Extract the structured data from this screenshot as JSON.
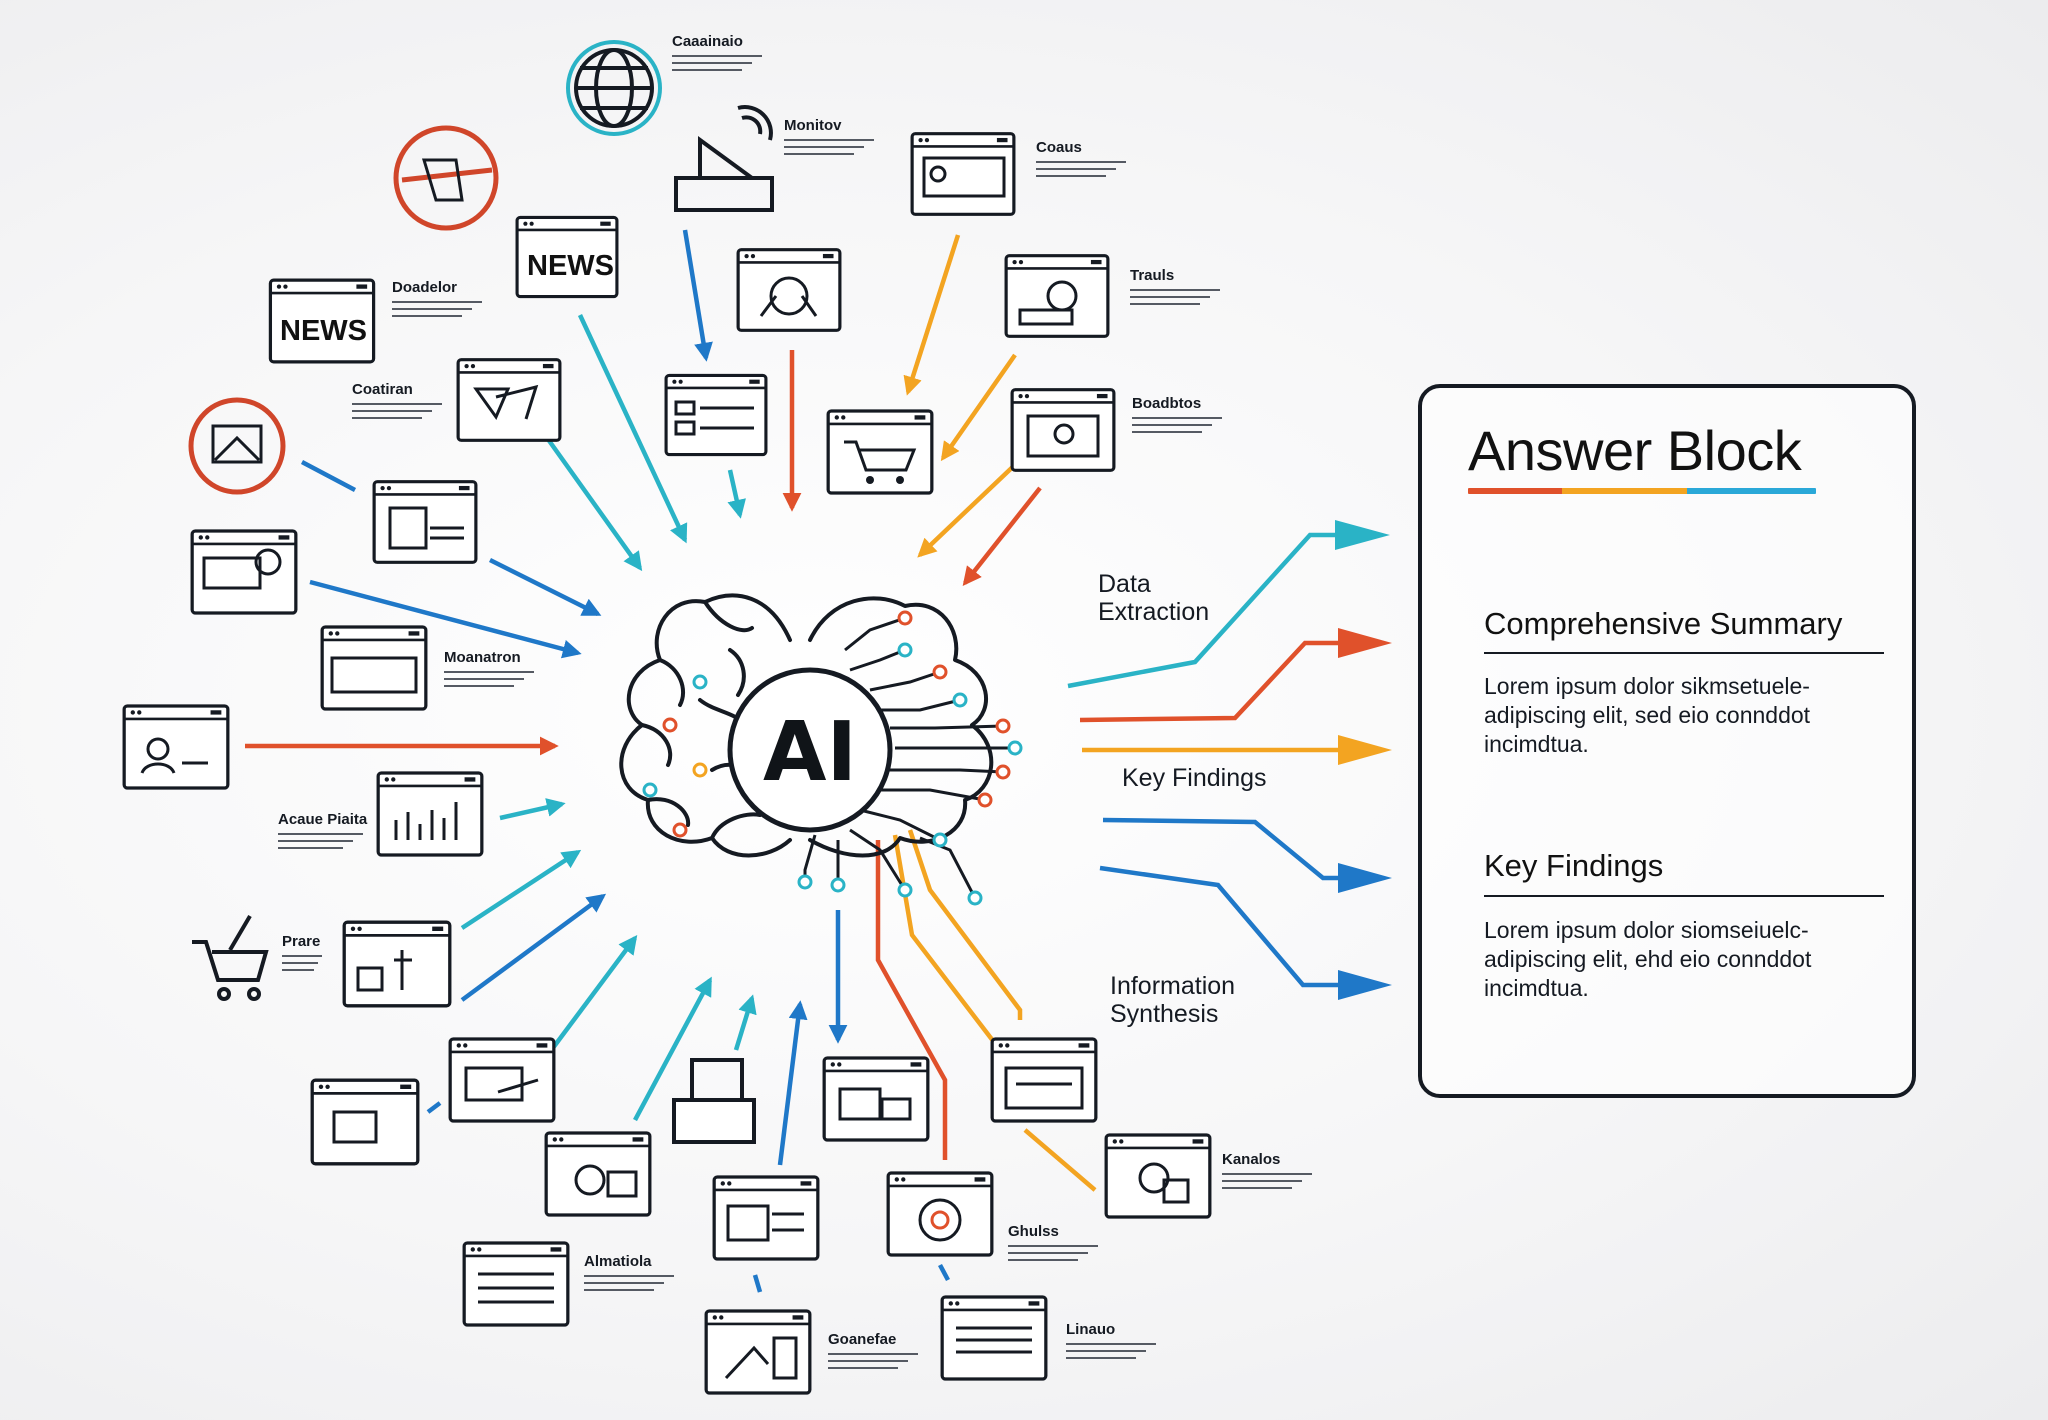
{
  "colors": {
    "ink": "#151a22",
    "orange": "#e0512b",
    "yellow": "#f3a421",
    "blue": "#1f78c8",
    "teal": "#2ab3c6"
  },
  "source_labels": {
    "l1": "Caaainaio",
    "l2": "Monitov",
    "l3": "Coaus",
    "l4": "Trauls",
    "l5": "Doadelor",
    "l6": "Coatiran",
    "l7": "Boadbtos",
    "l8": "Moanatron",
    "l9": "Acaue Piaita",
    "l10": "Prare",
    "l11": "Kanalos",
    "l12": "Ghulss",
    "l13": "Almatiola",
    "l14": "Goanefae",
    "l15": "Linauo"
  },
  "news": {
    "n1": "NEWS",
    "n2": "NEWS"
  },
  "ai_hub": {
    "label": "AI"
  },
  "flow_labels": {
    "extraction_1": "Data",
    "extraction_2": "Extraction",
    "findings": "Key Findings",
    "synthesis_1": "Information",
    "synthesis_2": "Synthesis"
  },
  "answer_block": {
    "title": "Answer Block",
    "sections": [
      {
        "heading": "Comprehensive Summary",
        "lines": [
          "Lorem ipsum dolor sikmsetuele-",
          "adipiscing elit, sed eio connddot",
          "incimdtua."
        ]
      },
      {
        "heading": "Key Findings",
        "lines": [
          "Lorem ipsum dolor siomseiuelc-",
          "adipiscing elit, ehd eio connddot",
          "incimdtua."
        ]
      }
    ]
  }
}
